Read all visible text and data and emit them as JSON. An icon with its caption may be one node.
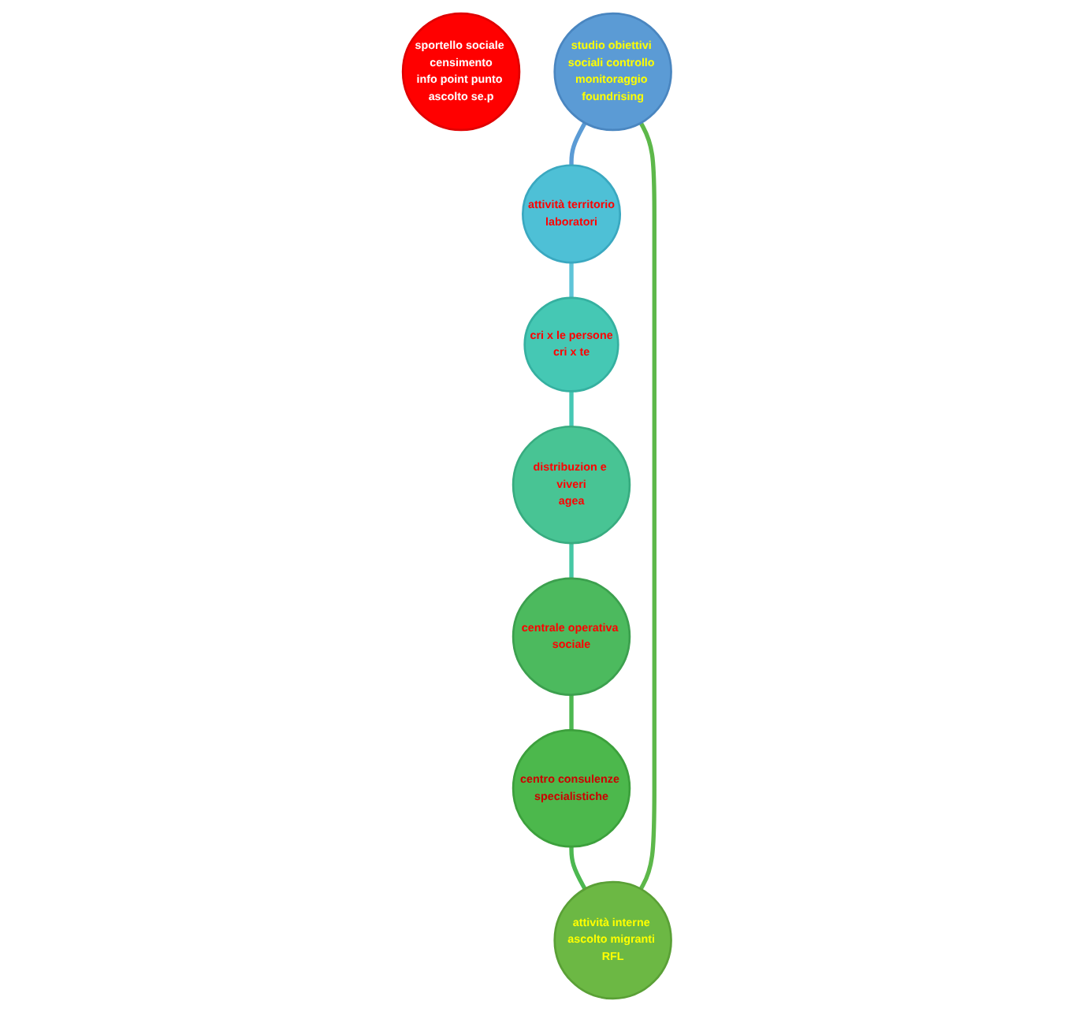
{
  "diagram": {
    "nodes": [
      {
        "text": [
          "sportello sociale censimento",
          "info point punto ascolto se.p"
        ]
      },
      {
        "text": [
          "studio obiettivi sociali controllo monitoraggio foundrising"
        ]
      },
      {
        "text": [
          "attività territorio",
          "laboratori"
        ]
      },
      {
        "text": [
          "cri x le persone",
          "cri x te"
        ]
      },
      {
        "text": [
          "distribuzion e viveri",
          "agea"
        ]
      },
      {
        "text": [
          "centrale operativa sociale"
        ]
      },
      {
        "text": [
          "centro consulenze specialistiche"
        ]
      },
      {
        "text": [
          "attività interne ascolto migranti RFL"
        ]
      }
    ],
    "edges": [
      {
        "from": 1,
        "to": 2,
        "arrow": "none",
        "color": "#5b9bd5"
      },
      {
        "from": 2,
        "to": 3,
        "arrow": "none",
        "color": "#5ec4d8"
      },
      {
        "from": 3,
        "to": 4,
        "arrow": "none",
        "color": "#45c8b4"
      },
      {
        "from": 4,
        "to": 5,
        "arrow": "none",
        "color": "#45c8a4"
      },
      {
        "from": 5,
        "to": 6,
        "arrow": "none",
        "color": "#4cb850"
      },
      {
        "from": 6,
        "to": 7,
        "arrow": "none",
        "color": "#4cb850"
      },
      {
        "from": 7,
        "to": 1,
        "arrow": "none",
        "color": "#5db84a"
      }
    ]
  }
}
